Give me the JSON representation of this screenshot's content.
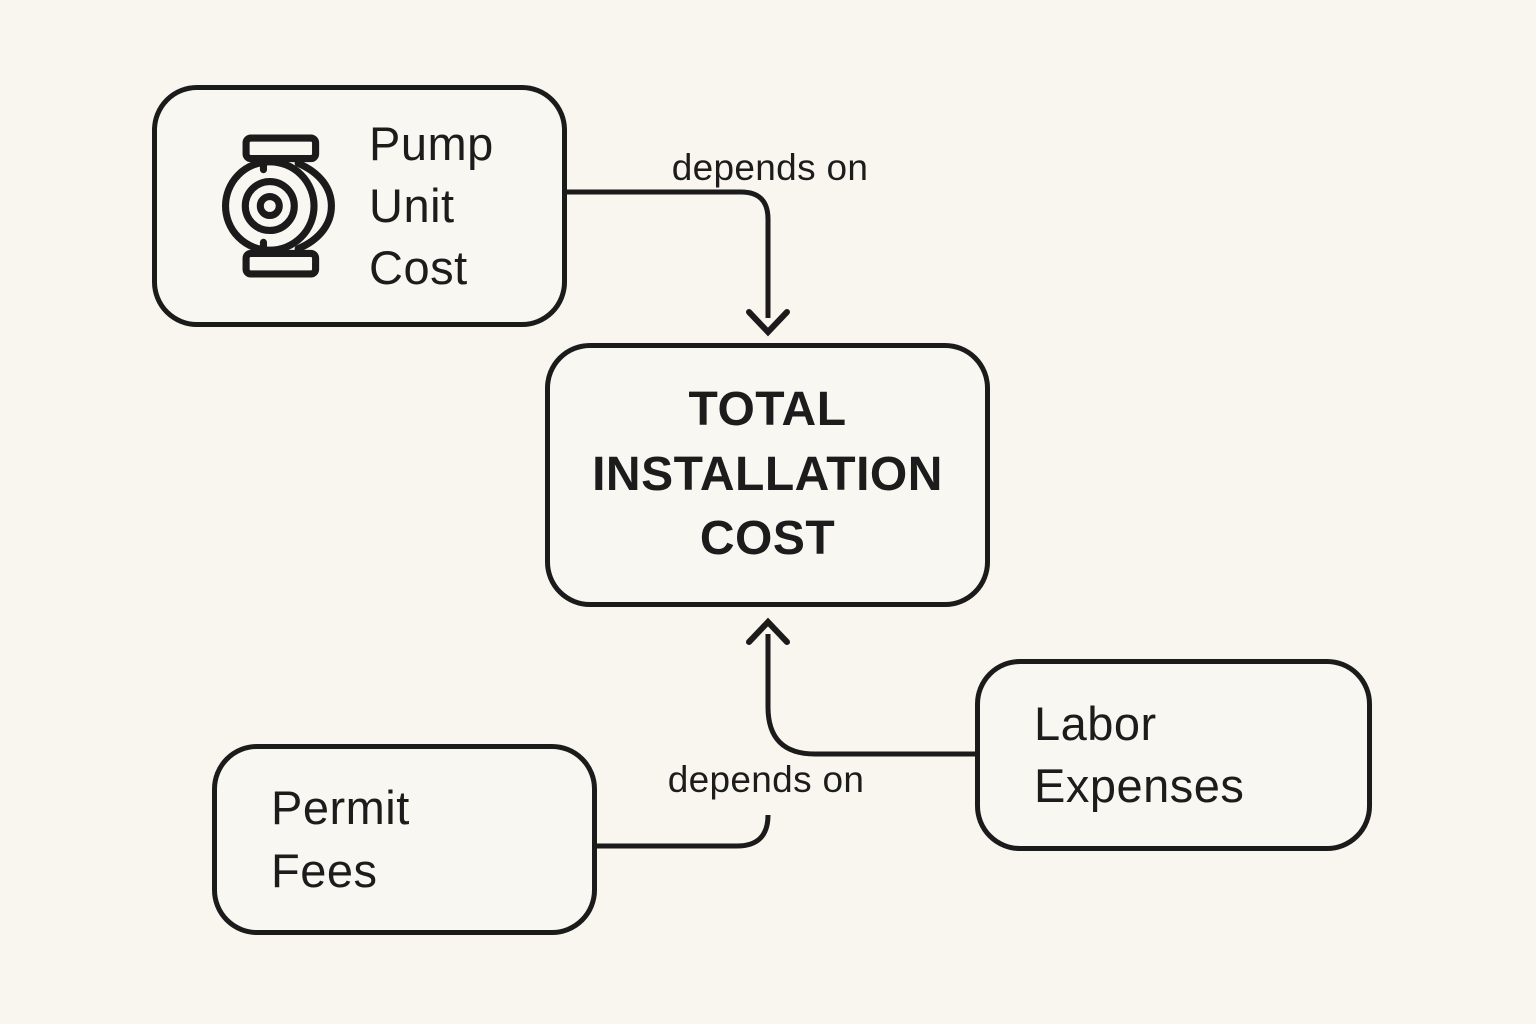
{
  "canvas": {
    "background_color": "#f8f6ef",
    "line_color": "#1b1b1b"
  },
  "diagram": {
    "type": "dependency-flowchart",
    "nodes": [
      {
        "id": "pump-unit-cost",
        "label": "Pump\nUnit\nCost",
        "icon": "pump-icon"
      },
      {
        "id": "total-installation-cost",
        "label": "TOTAL\nINSTALLATION\nCOST"
      },
      {
        "id": "permit-fees",
        "label": "Permit\nFees"
      },
      {
        "id": "labor-expenses",
        "label": "Labor\nExpenses"
      }
    ],
    "edges": [
      {
        "from": "pump-unit-cost",
        "to": "total-installation-cost",
        "label": "depends on"
      },
      {
        "from": "permit-fees",
        "to": "total-installation-cost",
        "label": "depends on"
      },
      {
        "from": "labor-expenses",
        "to": "total-installation-cost",
        "label": ""
      }
    ]
  }
}
